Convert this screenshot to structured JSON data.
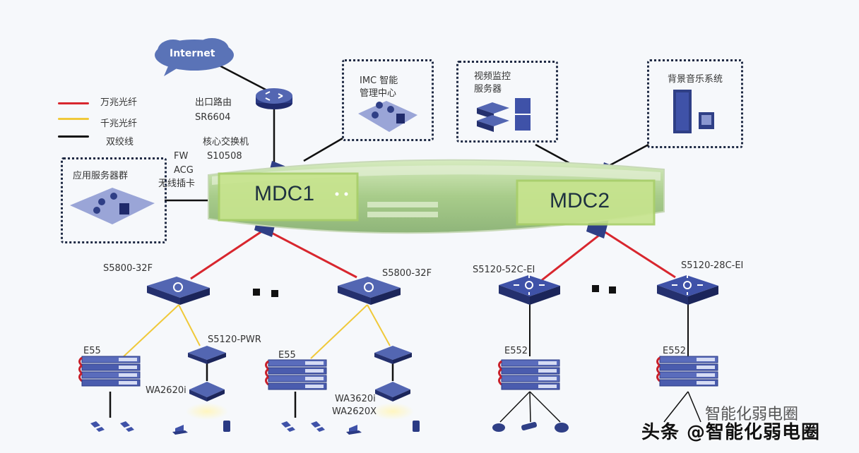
{
  "legend": [
    {
      "label": "万兆光纤",
      "color": "#d8262e"
    },
    {
      "label": "千兆光纤",
      "color": "#f0c93a"
    },
    {
      "label": "双绞线",
      "color": "#111111"
    }
  ],
  "internet": {
    "label": "Internet"
  },
  "router": {
    "line1": "出口路由",
    "line2": "SR6604"
  },
  "core": {
    "line1": "核心交换机",
    "line2": "S10508",
    "mdc1": "MDC1",
    "mdc2": "MDC2"
  },
  "boards": {
    "fw": "FW",
    "acg": "ACG",
    "wireless": "无线插卡"
  },
  "app_servers": {
    "title": "应用服务器群"
  },
  "imc": {
    "line1": "IMC 智能",
    "line2": "管理中心"
  },
  "video": {
    "line1": "视频监控",
    "line2": "服务器"
  },
  "music": {
    "title": "背景音乐系统"
  },
  "aggregation": [
    {
      "label": "S5800-32F"
    },
    {
      "label": "S5800-32F"
    },
    {
      "label": "S5120-52C-EI"
    },
    {
      "label": "S5120-28C-EI"
    }
  ],
  "access": {
    "e55_left": "E55",
    "e55_mid": "E55",
    "e552_left": "E552",
    "e552_right": "E552",
    "poe_switch": "S5120-PWR",
    "ap_left": "WA2620i",
    "ap_right_1": "WA3620i",
    "ap_right_2": "WA2620X"
  },
  "ellipsis": "■ ■",
  "watermark": {
    "main": "头条 @智能化弱电圈",
    "overlay": "智能化弱电圈"
  },
  "colors": {
    "ten_gig": "#d8262e",
    "gig": "#f0c93a",
    "twisted": "#111111",
    "device": "#2f3f86",
    "core_green": "#b9dc8a"
  }
}
